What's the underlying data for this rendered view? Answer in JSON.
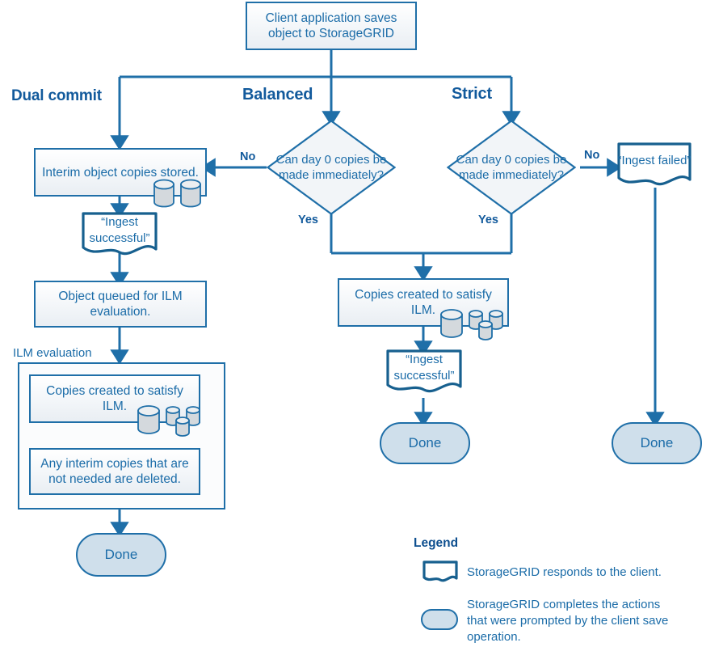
{
  "diagram": {
    "title_node": {
      "label": "Client application saves object to StorageGRID"
    },
    "branches": [
      {
        "name": "dual-commit",
        "label": "Dual commit"
      },
      {
        "name": "balanced",
        "label": "Balanced"
      },
      {
        "name": "strict",
        "label": "Strict"
      }
    ],
    "decisions": [
      {
        "name": "balanced-decision",
        "text": "Can  day 0 copies be made immediately?",
        "yes": "Yes",
        "no": "No"
      },
      {
        "name": "strict-decision",
        "text": "Can  day 0 copies be made immediately?",
        "yes": "Yes",
        "no": "No"
      }
    ],
    "nodes": {
      "interim_copies": "Interim object copies stored.",
      "ingest_successful_left": "“Ingest successful”",
      "object_queued": "Object queued for ILM evaluation.",
      "ilm_group_label": "ILM evaluation",
      "ilm_copies_created": "Copies created to satisfy ILM.",
      "ilm_interim_deleted": "Any interim copies that are not needed are deleted.",
      "done_left": "Done",
      "copies_created_mid": "Copies created to satisfy ILM.",
      "ingest_successful_mid": "“Ingest successful”",
      "done_mid": "Done",
      "ingest_failed": "“Ingest failed”",
      "done_right": "Done"
    },
    "legend": {
      "title": "Legend",
      "items": [
        {
          "shape": "document-wave",
          "text": "StorageGRID responds to the client."
        },
        {
          "shape": "stadium",
          "text": "StorageGRID completes the actions that were prompted by the client save operation."
        }
      ]
    },
    "colors": {
      "line": "#1f6fa8",
      "text": "#1b6ca8",
      "bold_label": "#125a9c",
      "stadium_fill": "#cfdfeb",
      "box_fill": "#f2f5f8"
    }
  }
}
